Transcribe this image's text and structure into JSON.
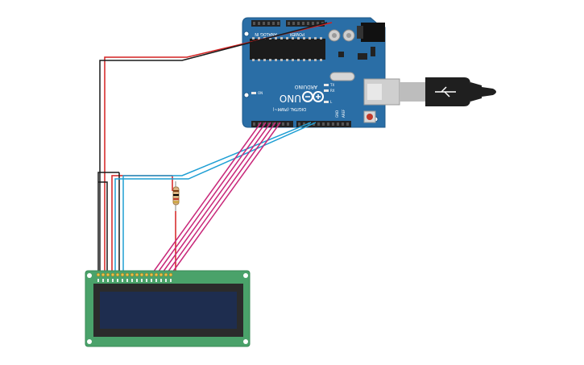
{
  "arduino": {
    "brand": "ARDUINO",
    "model": "UNO",
    "digital_label": "DIGITAL (PWM~)",
    "analog_label": "ANALOG IN",
    "power_label": "POWER",
    "led_tx": "TX",
    "led_rx": "RX",
    "led_l": "L",
    "led_on": "ON",
    "header_aref": "AREF",
    "header_gnd": "GND"
  },
  "colors": {
    "board": "#2a6ea6",
    "lcd_pcb": "#4aa26a",
    "lcd_screen": "#1e2d4f",
    "wire_red": "#d42020",
    "wire_black": "#1a1a1a",
    "wire_blue": "#1f9fd4",
    "wire_magenta": "#c8287a"
  },
  "components": {
    "resistor": "resistor-icon",
    "usb": "usb-cable-icon",
    "reset": "reset-button-icon"
  }
}
